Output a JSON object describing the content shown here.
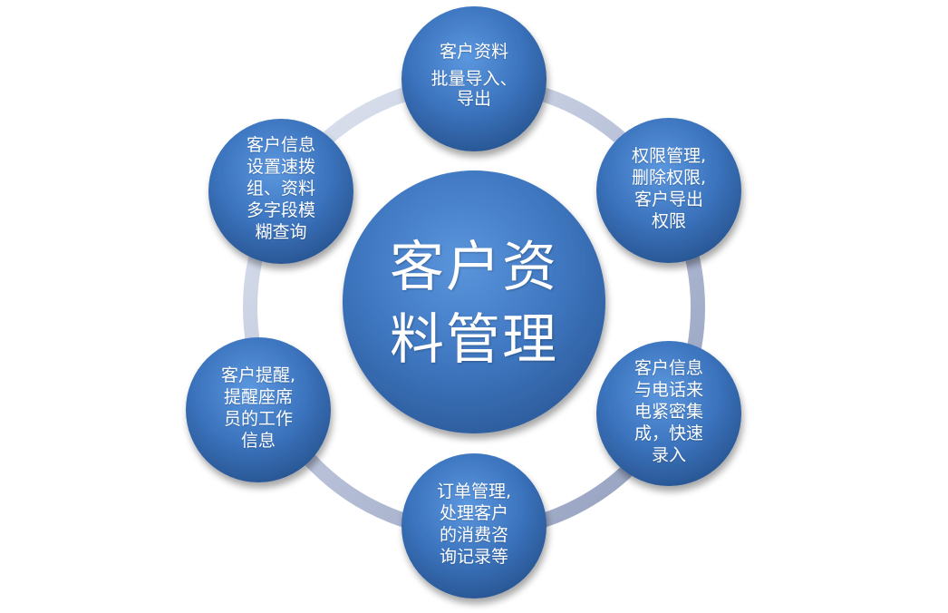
{
  "center": {
    "line1": "客户资",
    "line2": "料管理"
  },
  "nodes": [
    {
      "id": "top",
      "lines": [
        "客户资料",
        "批量导入、",
        "导出"
      ]
    },
    {
      "id": "right-top",
      "lines": [
        "权限管理,",
        "删除权限,",
        "客户导出",
        "权限"
      ]
    },
    {
      "id": "right-bottom",
      "lines": [
        "客户信息",
        "与电话来",
        "电紧密集",
        "成，快速",
        "录入"
      ]
    },
    {
      "id": "bottom",
      "lines": [
        "订单管理,",
        "处理客户",
        "的消费咨",
        "询记录等"
      ]
    },
    {
      "id": "left-bottom",
      "lines": [
        "客户提醒,",
        "提醒座席",
        "员的工作",
        "信息"
      ]
    },
    {
      "id": "left-top",
      "lines": [
        "客户信息",
        "设置速拨",
        "组、资料",
        "多字段模",
        "糊查询"
      ]
    }
  ],
  "colors": {
    "node_light": "#4a86cf",
    "node_dark": "#2a5c9e",
    "ring_light": "#d6dcea",
    "ring_dark": "#9aa6c3"
  }
}
